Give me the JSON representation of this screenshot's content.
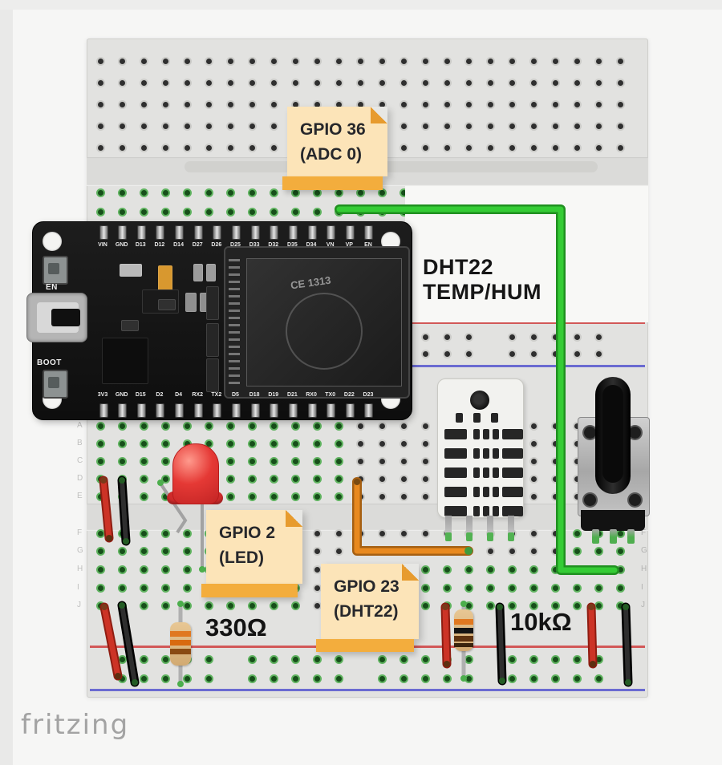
{
  "watermark": "fritzing",
  "notes": {
    "gpio36": {
      "line1": "GPIO 36",
      "line2": "(ADC 0)"
    },
    "gpio2": {
      "line1": "GPIO 2",
      "line2": "(LED)"
    },
    "gpio23": {
      "line1": "GPIO 23",
      "line2": "(DHT22)"
    }
  },
  "labels": {
    "sensor_line1": "DHT22",
    "sensor_line2": "TEMP/HUM",
    "led_resistor": "330Ω",
    "pot_resistor": "10kΩ"
  },
  "esp32": {
    "top_pins": [
      "VIN",
      "GND",
      "D13",
      "D12",
      "D14",
      "D27",
      "D26",
      "D25",
      "D33",
      "D32",
      "D35",
      "D34",
      "VN",
      "VP",
      "EN"
    ],
    "bottom_pins": [
      "3V3",
      "GND",
      "D15",
      "D2",
      "D4",
      "RX2",
      "TX2",
      "D5",
      "D18",
      "D19",
      "D21",
      "RX0",
      "TX0",
      "D22",
      "D23"
    ],
    "en_button": "EN",
    "boot_button": "BOOT",
    "module_marking": "CE 1313"
  },
  "breadboard": {
    "row_letters_upper": [
      "A",
      "B",
      "C",
      "D",
      "E"
    ],
    "row_letters_lower": [
      "F",
      "G",
      "H",
      "I",
      "J"
    ]
  },
  "components": {
    "board": "esp32-devkit",
    "sensor": "dht22-humidity-temperature-sensor",
    "pot": "rotary-potentiometer",
    "led": "red-led",
    "resistor_led": "330-ohm-resistor",
    "resistor_pot": "10k-ohm-resistor"
  },
  "colors": {
    "wire_green": "#35cc35",
    "wire_orange": "#e8891f",
    "wire_red": "#cc3326",
    "wire_black": "#2e2e2e",
    "note_bg": "#fce4b8",
    "note_strip": "#f3ad3d",
    "rail_red": "#d25858",
    "rail_blue": "#6b6bd1",
    "hole_green": "#2f8f2f",
    "hole_dark": "#2f2f2f",
    "led": "#e53935"
  }
}
